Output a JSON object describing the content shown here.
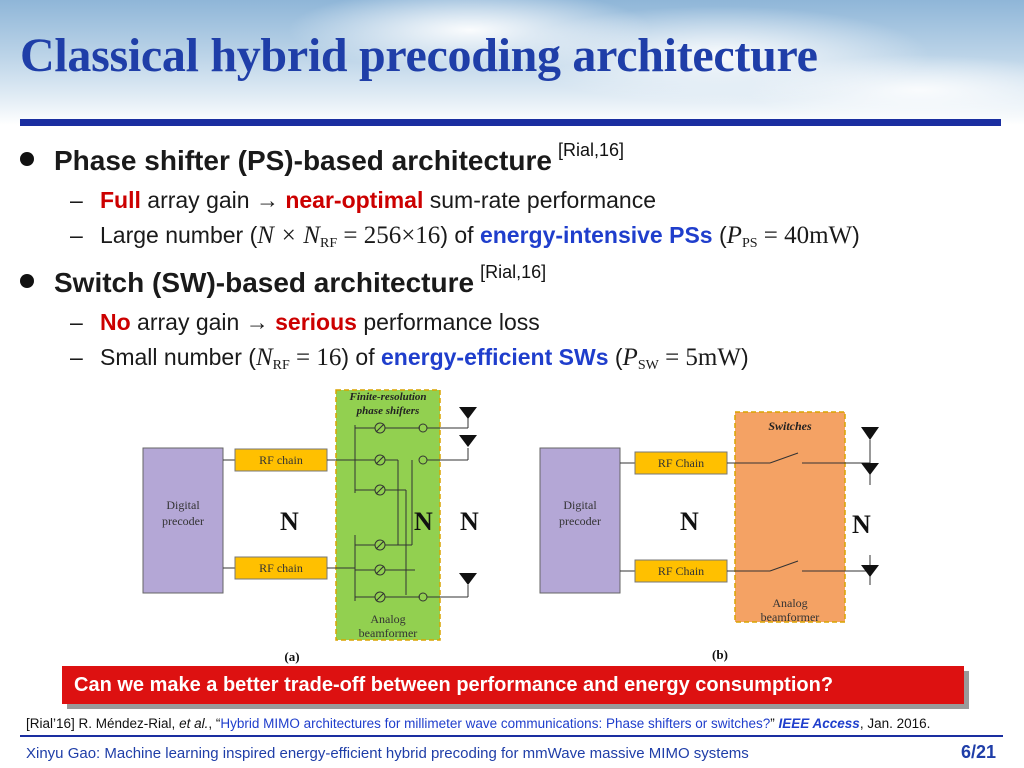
{
  "slide": {
    "title": "Classical hybrid precoding architecture",
    "bullets": [
      {
        "heading": "Phase shifter (PS)-based architecture",
        "ref": "[Rial,16]",
        "items": [
          {
            "dash": "–",
            "red1": "Full",
            "t1": " array gain → ",
            "red2": "near-optimal",
            "t2": " sum-rate performance"
          },
          {
            "dash": "–",
            "t1": "Large number (",
            "math1": "N × N",
            "math1_sub": "RF",
            "math1_rest": " = 256×16",
            "t2": ") of ",
            "blue": "energy-intensive PSs",
            "t3": " (",
            "math2": "P",
            "math2_sub": "PS",
            "math2_rest": " = 40mW",
            "t4": ")"
          }
        ]
      },
      {
        "heading": "Switch (SW)-based architecture",
        "ref": "[Rial,16]",
        "items": [
          {
            "dash": "–",
            "red1": "No",
            "t1": " array gain → ",
            "red2": "serious",
            "t2": " performance loss"
          },
          {
            "dash": "–",
            "t1": "Small number (",
            "math1": "N",
            "math1_sub": "RF",
            "math1_rest": " = 16",
            "t2": ") of ",
            "blue": "energy-efficient SWs",
            "t3": " (",
            "math2": "P",
            "math2_sub": "SW",
            "math2_rest": " = 5mW",
            "t4": ")"
          }
        ]
      }
    ],
    "figure": {
      "a": {
        "ps_label": [
          "Finite-resolution",
          "phase shifters"
        ],
        "digital": [
          "Digital",
          "precoder"
        ],
        "rf_chain": "RF chain",
        "analog": [
          "Analog",
          "beamformer"
        ],
        "caption": "(a)",
        "dots": "N"
      },
      "b": {
        "switches_label": "Switches",
        "digital": [
          "Digital",
          "precoder"
        ],
        "rf_chain": "RF Chain",
        "analog": [
          "Analog",
          "beamformer"
        ],
        "caption": "(b)",
        "dots": "N"
      }
    },
    "callout": "Can we make a better trade-off between performance and energy consumption?",
    "reference": {
      "prefix": "[Rial’16] R. Méndez-Rial, ",
      "etal": "et al.",
      "sep": ", “",
      "title": "Hybrid MIMO architectures for millimeter wave communications: Phase shifters or switches?",
      "sep2": "” ",
      "journal": "IEEE Access",
      "date": ", Jan. 2016."
    },
    "footer": "Xinyu Gao: Machine learning inspired energy-efficient hybrid precoding for mmWave massive MIMO systems",
    "page": "6/21"
  },
  "colors": {
    "title": "#1f3ea8",
    "red": "#cc0000",
    "blue": "#1f3ecc",
    "green_box": "#92d050",
    "orange_box": "#f4a264",
    "rf_chain": "#ffc000",
    "digital": "#b4a7d6",
    "callout": "#dd1111"
  }
}
